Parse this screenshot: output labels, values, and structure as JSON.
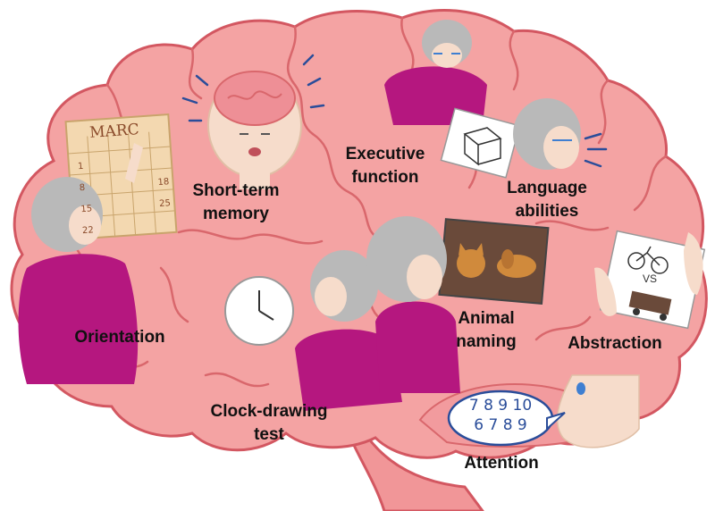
{
  "title": "",
  "colors": {
    "brain_fill": "#f4a3a3",
    "brain_fold": "#d9676c",
    "brain_outline": "#d35761",
    "stem_fill": "#f19698",
    "shirt": "#b5177f",
    "hair": "#b9b9b9",
    "skin": "#f6dccb",
    "paper": "#ffffff",
    "calendar": "#f3d8b0",
    "screen": "#6a4a3a",
    "animal": "#d08a3c",
    "eyeglasses": "#3f7fd1",
    "label_text": "#111111"
  },
  "labels": {
    "short_term_memory": [
      "Short-term",
      "memory"
    ],
    "executive_function": [
      "Executive",
      "function"
    ],
    "language_abilities": [
      "Language",
      "abilities"
    ],
    "orientation": [
      "Orientation"
    ],
    "animal_naming": [
      "Animal",
      "naming"
    ],
    "abstraction": [
      "Abstraction"
    ],
    "clock_drawing_test": [
      "Clock-drawing",
      "test"
    ],
    "attention": [
      "Attention"
    ]
  },
  "calendar": {
    "month_text": "MARC",
    "dates": [
      "1",
      "8",
      "15",
      "22",
      "18",
      "25"
    ]
  },
  "attention_digits": {
    "line1": "7 8 9 10",
    "line2": "6 7 8 9"
  },
  "abstraction_card": {
    "vs_text": "VS"
  },
  "icons": {
    "head_brain": "brain-head-icon",
    "calendar": "calendar-icon",
    "clock": "clock-icon",
    "cube_drawing": "wireframe-cube-icon",
    "speech": "speech-lines-icon",
    "cat": "cat-face-icon",
    "dog": "dog-face-icon",
    "bicycle": "bicycle-icon",
    "train": "train-icon"
  }
}
